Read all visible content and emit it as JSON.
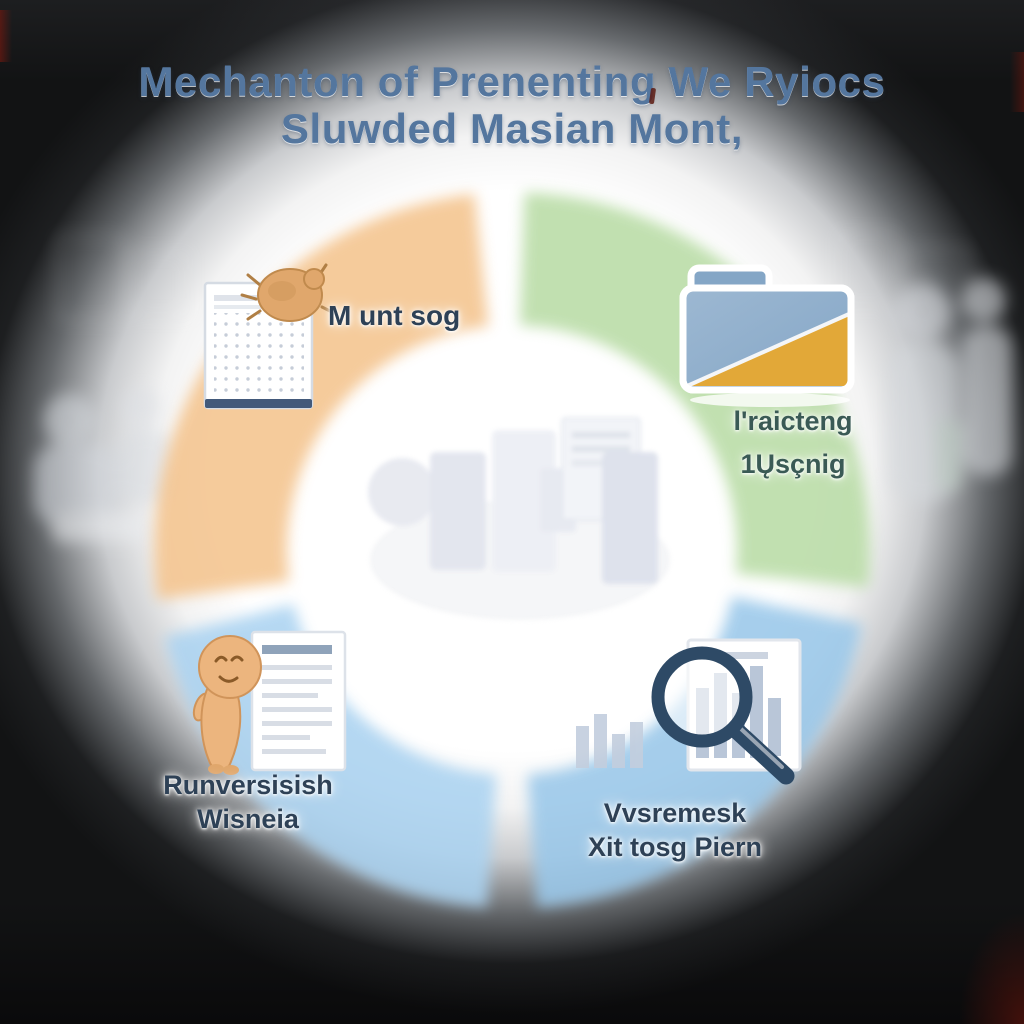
{
  "title": {
    "line1": "Mechanton of Prenenting We Ryiocs",
    "line2": "Sluwded Masian Mont,"
  },
  "cycle_steps": {
    "top_left": {
      "label": "M unt sog",
      "icon": "document-with-bug-icon"
    },
    "top_right": {
      "line1": "l'raicteng",
      "line2": "1Ųsçnig",
      "icon": "folder-icon"
    },
    "bottom_right": {
      "line1": "Vvsremesk",
      "line2": "Xit tosg Piern",
      "icon": "magnifier-over-chart-icon"
    },
    "bottom_left": {
      "line1": "Runversisish",
      "line2": "Wisneia",
      "icon": "mite-character-with-document-icon"
    }
  },
  "colors": {
    "arc_top_left": "#f4c48e",
    "arc_top_right": "#b9dca6",
    "arc_bottom_right": "#9ac8ea",
    "arc_bottom_left": "#abd3f1",
    "title_text": "#54769e",
    "label_text": "#2e4156",
    "label_text_teal": "#3a5a55",
    "doc_navy": "#42597a",
    "folder_blue": "#84a6c6",
    "folder_gold": "#e2a838",
    "character_tan": "#ecb57e",
    "bug_tan": "#e0a76c",
    "magnifier_navy": "#2e4a66",
    "background_dark": "#121314"
  }
}
